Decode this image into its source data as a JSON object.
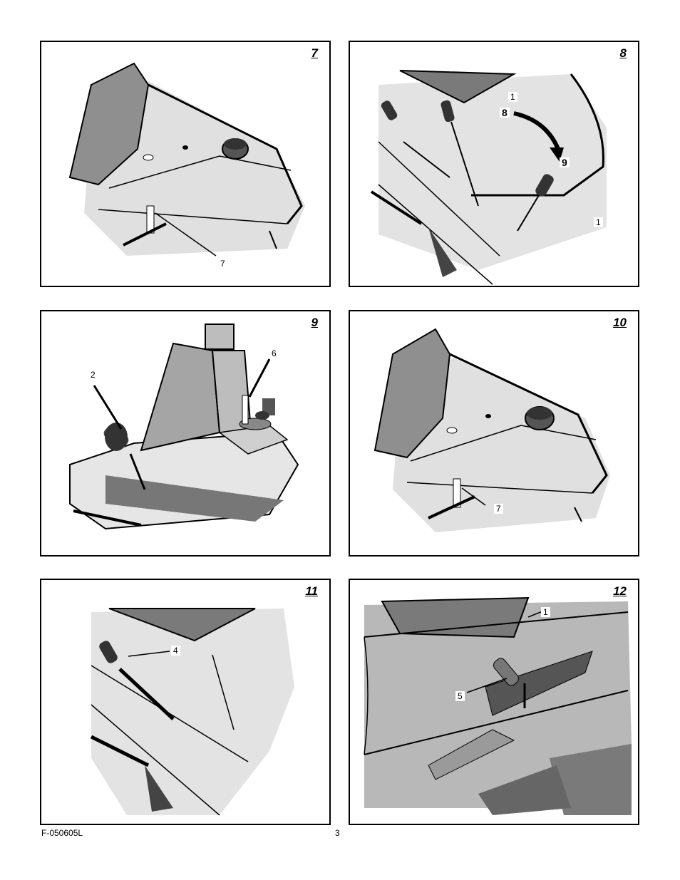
{
  "panels": [
    {
      "figure": "7",
      "callouts": [
        "7"
      ]
    },
    {
      "figure": "8",
      "callouts": [
        "1",
        "8",
        "9",
        "1"
      ]
    },
    {
      "figure": "9",
      "callouts": [
        "2",
        "6"
      ]
    },
    {
      "figure": "10",
      "callouts": [
        "7"
      ]
    },
    {
      "figure": "11",
      "callouts": [
        "4"
      ]
    },
    {
      "figure": "12",
      "callouts": [
        "1",
        "5"
      ]
    }
  ],
  "footer": {
    "doc_code": "F-050605L",
    "page_number": "3"
  },
  "colors": {
    "shade_light": "#d4d4d4",
    "shade_mid": "#9a9a9a",
    "shade_dark": "#6e6e6e",
    "ink": "#000000"
  }
}
